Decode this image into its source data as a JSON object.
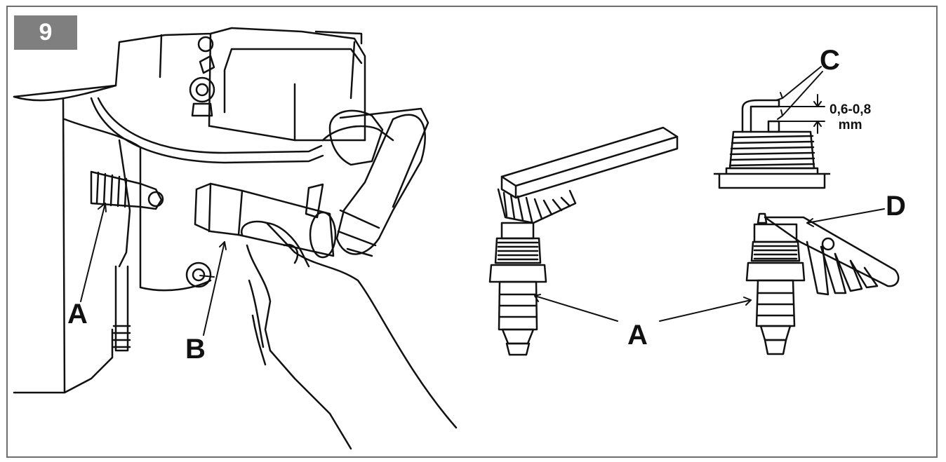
{
  "figure": {
    "number": "9"
  },
  "labels": {
    "left_a": "A",
    "left_b": "B",
    "right_a": "A",
    "c": "C",
    "d": "D"
  },
  "gap": {
    "value": "0,6-0,8",
    "unit": "mm"
  },
  "colors": {
    "badge_bg": "#7f7f7f",
    "badge_text": "#ffffff",
    "frame": "#6e6e6e",
    "ink": "#111111"
  }
}
